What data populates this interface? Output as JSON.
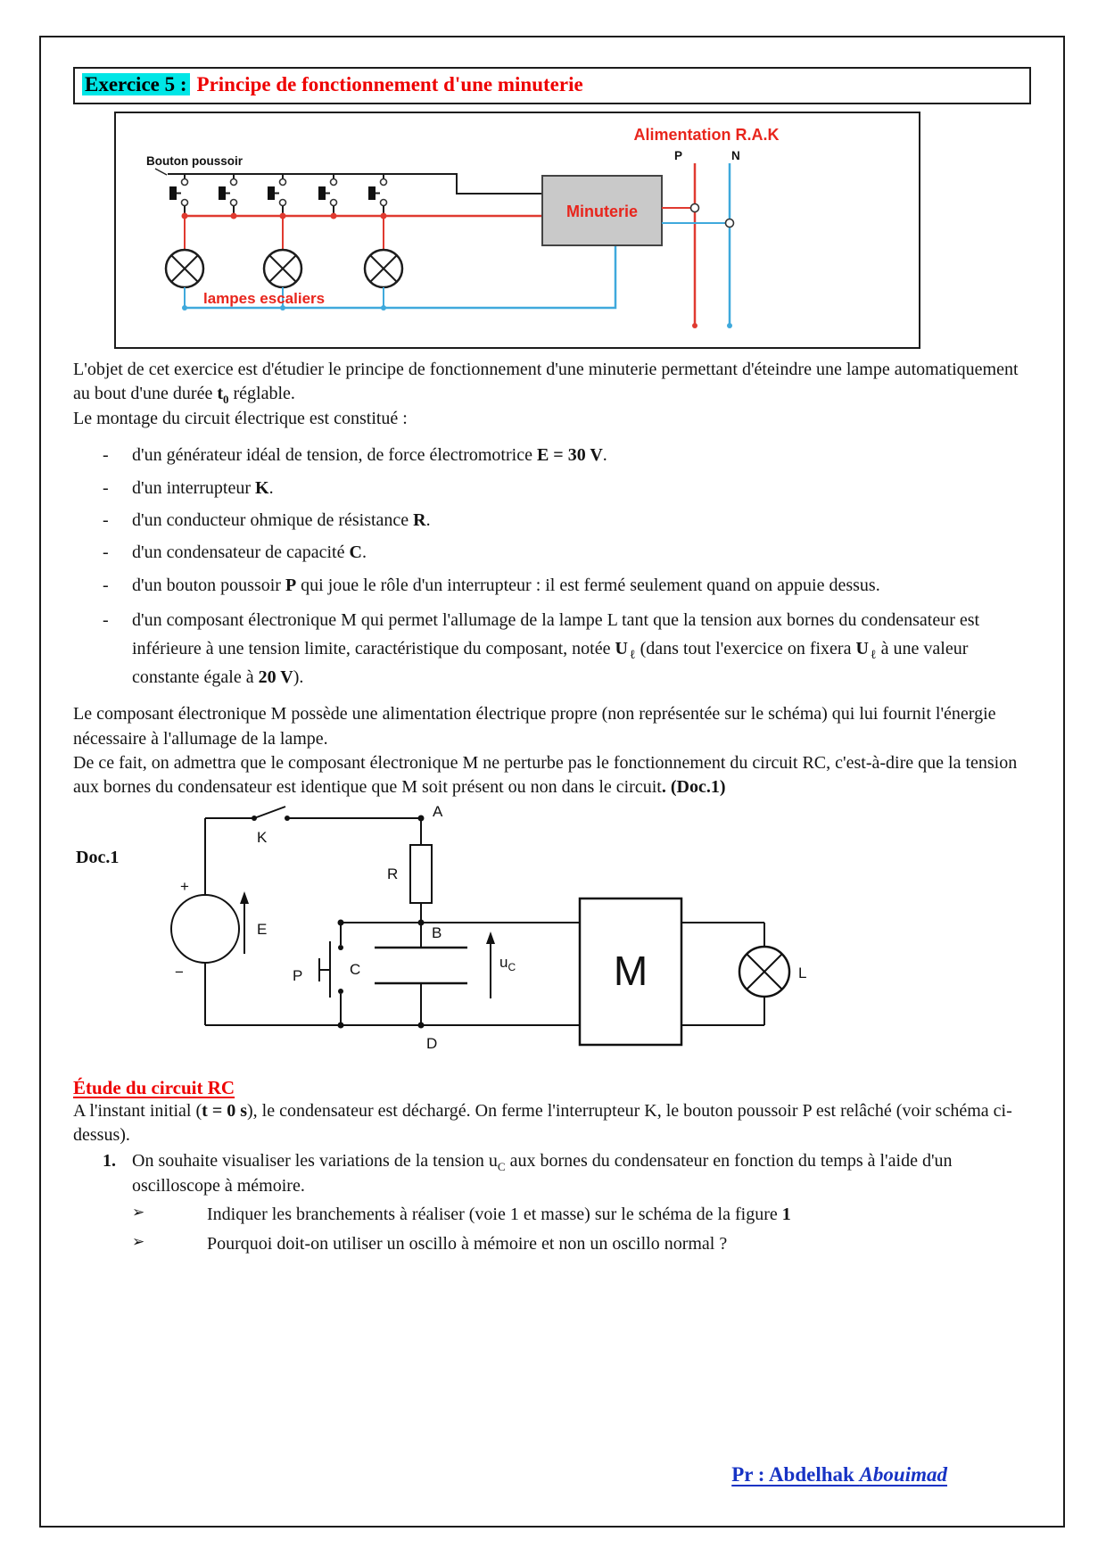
{
  "header": {
    "exercise_label": "Exercice 5 :",
    "exercise_title": "Principe de fonctionnement d'une minuterie"
  },
  "fig1": {
    "alimentation": "Alimentation R.A.K",
    "p": "P",
    "n": "N",
    "bouton_poussoir": "Bouton poussoir",
    "minuterie": "Minuterie",
    "lampes_escaliers": "lampes escaliers"
  },
  "intro": {
    "p1a": "L'objet de cet exercice est d'étudier le principe de fonctionnement d'une minuterie permettant d'éteindre une lampe automatiquement au bout d'une durée ",
    "t_sym": "t",
    "t_sub": "0",
    "p1b": " réglable.",
    "p2": "Le montage du circuit électrique est constitué :"
  },
  "components": {
    "dash": "-",
    "item1": {
      "a": "d'un générateur idéal de tension, de force électromotrice ",
      "b": "E = 30 V",
      "c": "."
    },
    "item2": {
      "a": "d'un interrupteur ",
      "b": "K",
      "c": "."
    },
    "item3": {
      "a": "d'un conducteur ohmique de résistance ",
      "b": "R",
      "c": "."
    },
    "item4": {
      "a": "d'un condensateur de capacité ",
      "b": "C",
      "c": "."
    },
    "item5": {
      "a": "d'un bouton poussoir ",
      "b": "P",
      "c": " qui joue le rôle d'un interrupteur : il est fermé seulement quand on appuie dessus."
    },
    "item6": {
      "a": "d'un composant électronique M qui permet l'allumage de la lampe L tant que la tension aux bornes du condensateur est inférieure à une tension limite, caractéristique du composant, notée ",
      "u1": "U",
      "u1sub": "ℓ",
      "b": " (dans tout l'exercice on fixera ",
      "u2": "U",
      "u2sub": "ℓ",
      "c": " à une valeur constante égale à ",
      "d": "20 V",
      "e": ")."
    }
  },
  "middle": {
    "p3": "Le composant électronique M possède une alimentation électrique propre (non représentée sur le schéma) qui lui fournit l'énergie nécessaire à l'allumage de la lampe.",
    "p4a": "De ce fait, on admettra que le composant électronique M ne perturbe pas le fonctionnement du circuit RC, c'est-à-dire que la tension aux bornes du condensateur est identique que M soit présent ou non dans le circuit",
    "p4b": ". (Doc.1)"
  },
  "doc1": {
    "label": "Doc.1",
    "plus": "+",
    "minus": "−",
    "e": "E",
    "k": "K",
    "a": "A",
    "r": "R",
    "b": "B",
    "c": "C",
    "p": "P",
    "uc": "u",
    "uc_sub": "C",
    "d": "D",
    "m": "M",
    "l": "L"
  },
  "etude": {
    "heading": "Étude du circuit RC",
    "p5a": "A l'instant initial (",
    "p5b": "t = 0 s",
    "p5c": "), le condensateur est déchargé. On ferme l'interrupteur K, le bouton poussoir P est relâché (voir schéma ci-dessus).",
    "q1_num": "1.",
    "q1a": "On souhaite visualiser les variations de la tension u",
    "q1sub": "C",
    "q1b": " aux bornes du condensateur en fonction du temps à l'aide d'un oscilloscope à mémoire.",
    "arrow": "➢",
    "b1a": "Indiquer les branchements à réaliser (voie 1 et masse) sur le schéma de la figure ",
    "b1b": "1",
    "b2": "Pourquoi doit-on utiliser un oscillo à mémoire et non un oscillo normal ?"
  },
  "footer": {
    "a": "Pr : Abdelhak ",
    "b": "Abouimad"
  },
  "colors": {
    "title_red": "#ee0000",
    "highlight_cyan": "#00e6e6",
    "wire_red": "#e03a30",
    "wire_blue": "#3fa9dc",
    "minuterie_gray": "#c9c9c9",
    "footer_blue": "#1733c4"
  }
}
